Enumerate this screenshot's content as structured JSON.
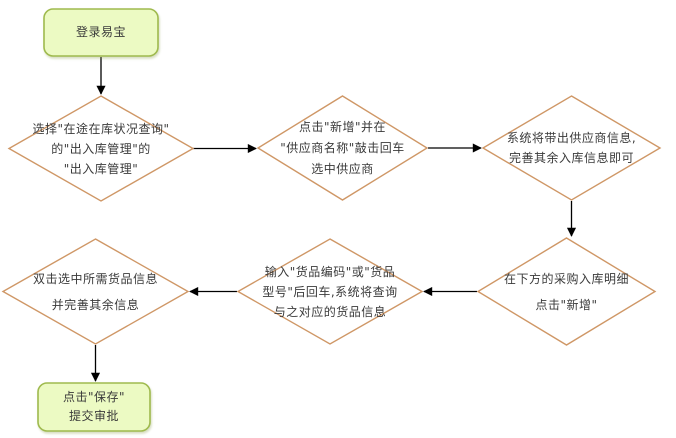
{
  "diagram": {
    "type": "flowchart",
    "background": "#ffffff"
  },
  "colors": {
    "terminator_fill": "#ecfac3",
    "terminator_border": "#9fba4e",
    "diamond_fill": "#ffffff",
    "diamond_border": "#cf9766",
    "arrow": "#000000",
    "text": "#3a3a3a"
  },
  "nodes": {
    "start": {
      "type": "terminator",
      "lines": [
        "登录易宝"
      ]
    },
    "d1": {
      "type": "decision",
      "lines": [
        "选择\"在途在库状况查询\"",
        "的\"出入库管理\"的",
        "\"出入库管理\""
      ]
    },
    "d2": {
      "type": "decision",
      "lines": [
        "点击\"新增\"并在",
        "\"供应商名称\"敲击回车",
        "选中供应商"
      ]
    },
    "d3": {
      "type": "decision",
      "lines": [
        "系统将带出供应商信息,",
        "完善其余入库信息即可"
      ]
    },
    "d4": {
      "type": "decision",
      "lines": [
        "在下方的采购入库明细",
        "点击\"新增\""
      ]
    },
    "d5": {
      "type": "decision",
      "lines": [
        "输入\"货品编码\"或\"货品",
        "型号\"后回车,系统将查询",
        "与之对应的货品信息"
      ]
    },
    "d6": {
      "type": "decision",
      "lines": [
        "双击选中所需货品信息",
        "并完善其余信息"
      ]
    },
    "end": {
      "type": "terminator",
      "lines": [
        "点击\"保存\"",
        "提交审批"
      ]
    }
  },
  "edges": [
    {
      "from": "start",
      "to": "d1",
      "direction": "down"
    },
    {
      "from": "d1",
      "to": "d2",
      "direction": "right"
    },
    {
      "from": "d2",
      "to": "d3",
      "direction": "right"
    },
    {
      "from": "d3",
      "to": "d4",
      "direction": "down"
    },
    {
      "from": "d4",
      "to": "d5",
      "direction": "left"
    },
    {
      "from": "d5",
      "to": "d6",
      "direction": "left"
    },
    {
      "from": "d6",
      "to": "end",
      "direction": "down"
    }
  ]
}
